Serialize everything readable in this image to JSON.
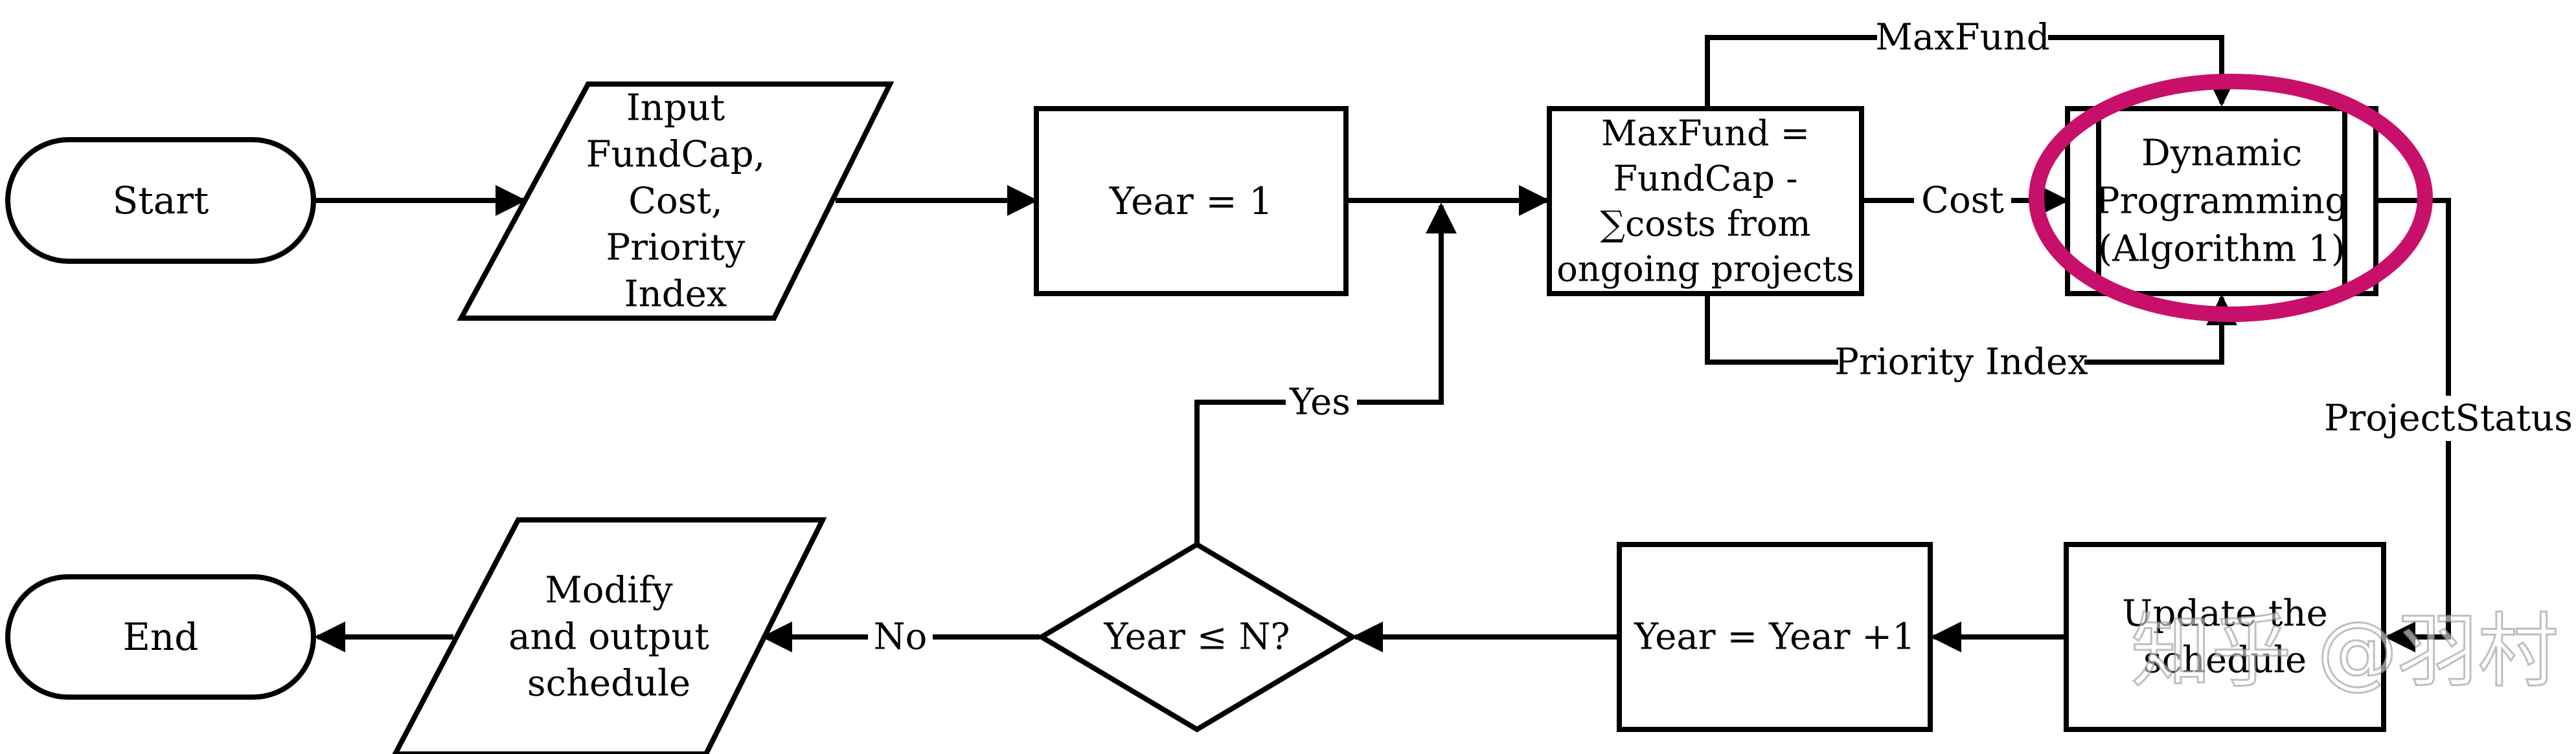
{
  "nodes": {
    "start": [
      "Start"
    ],
    "input": [
      "Input",
      "FundCap,",
      "Cost,",
      "Priority",
      "Index"
    ],
    "year_init": [
      "Year = 1"
    ],
    "maxfund": [
      "MaxFund =",
      "FundCap -",
      "∑costs from",
      "ongoing projects"
    ],
    "dynamic": [
      "Dynamic",
      "Programming",
      "(Algorithm 1)"
    ],
    "update": [
      "Update the",
      "schedule"
    ],
    "year_inc": [
      "Year = Year +1"
    ],
    "decision": [
      "Year ≤ N?"
    ],
    "output": [
      "Modify",
      "and output",
      "schedule"
    ],
    "end": [
      "End"
    ]
  },
  "edge_labels": {
    "maxfund": "MaxFund",
    "cost": "Cost",
    "priority_index": "Priority Index",
    "project_status": "ProjectStatus",
    "yes": "Yes",
    "no": "No"
  },
  "highlight_color": "#c8106a",
  "watermark": "知乎 @羽村"
}
